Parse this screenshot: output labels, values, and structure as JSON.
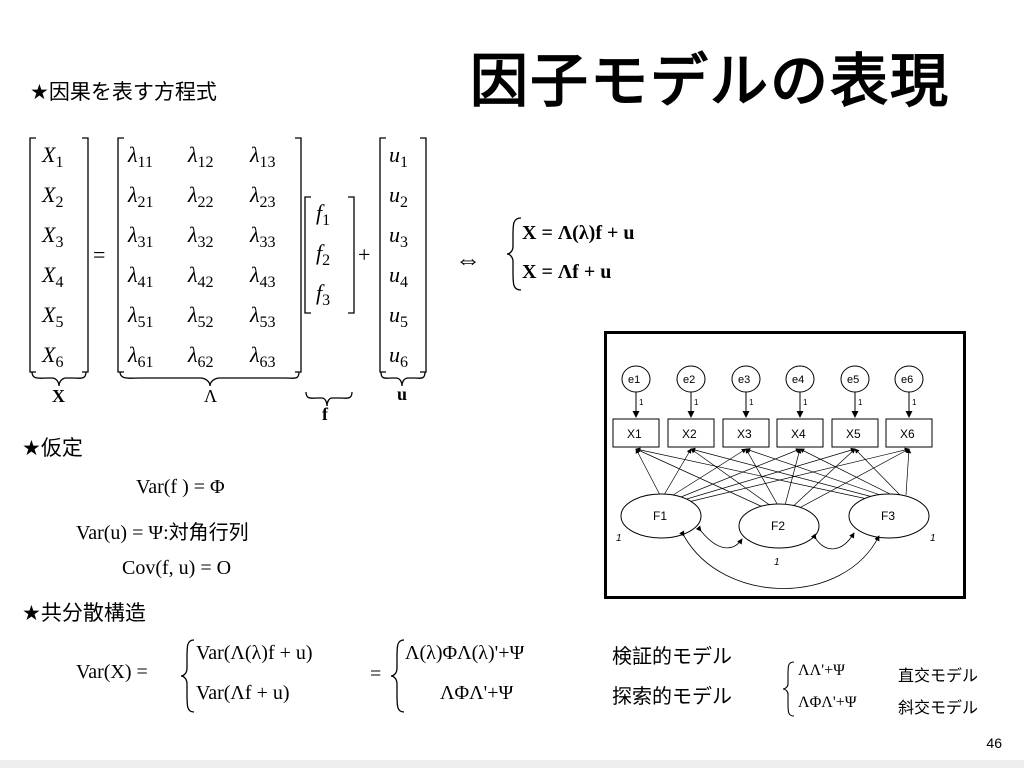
{
  "slide": {
    "title": "因子モデルの表現",
    "page_number": "46"
  },
  "section_causal": {
    "heading": "★因果を表す方程式"
  },
  "matrix": {
    "X": [
      "X",
      "X",
      "X",
      "X",
      "X",
      "X"
    ],
    "X_sub": [
      "1",
      "2",
      "3",
      "4",
      "5",
      "6"
    ],
    "lambda_sub": [
      [
        "11",
        "12",
        "13"
      ],
      [
        "21",
        "22",
        "23"
      ],
      [
        "31",
        "32",
        "33"
      ],
      [
        "41",
        "42",
        "43"
      ],
      [
        "51",
        "52",
        "53"
      ],
      [
        "61",
        "62",
        "63"
      ]
    ],
    "f": [
      "f",
      "f",
      "f"
    ],
    "f_sub": [
      "1",
      "2",
      "3"
    ],
    "u": [
      "u",
      "u",
      "u",
      "u",
      "u",
      "u"
    ],
    "u_sub": [
      "1",
      "2",
      "3",
      "4",
      "5",
      "6"
    ],
    "lambda_symbol": "λ",
    "equals": "=",
    "plus": "+",
    "brace_label_X": "X",
    "brace_label_Lambda": "Λ",
    "brace_label_f": "f",
    "brace_label_u": "u"
  },
  "equivalence": {
    "symbol": "⇔",
    "line1": "X = Λ(λ)f + u",
    "line2": "X = Λf + u"
  },
  "section_assumption": {
    "heading": "★仮定",
    "eq1": "Var(f ) = Φ",
    "eq2_prefix": "Var(u) = Ψ:",
    "eq2_suffix": "対角行列",
    "eq3": "Cov(f, u) = O"
  },
  "section_covariance": {
    "heading": "★共分散構造",
    "lhs": "Var(X) =",
    "mid_line1": "Var(Λ(λ)f + u)",
    "mid_line2": "Var(Λf + u)",
    "equals": "=",
    "rhs_line1": "Λ(λ)ΦΛ(λ)'+Ψ",
    "rhs_line2": "ΛΦΛ'+Ψ",
    "label1": "検証的モデル",
    "label2": "探索的モデル",
    "sub_line1": "ΛΛ'+Ψ",
    "sub_label1": "直交モデル",
    "sub_line2": "ΛΦΛ'+Ψ",
    "sub_label2": "斜交モデル"
  },
  "path_diagram": {
    "errors": [
      "e1",
      "e2",
      "e3",
      "e4",
      "e5",
      "e6"
    ],
    "observed": [
      "X1",
      "X2",
      "X3",
      "X4",
      "X5",
      "X6"
    ],
    "factors": [
      "F1",
      "F2",
      "F3"
    ],
    "error_path_label": "1",
    "factor_variance_label": "1",
    "covariance_label": "1"
  }
}
